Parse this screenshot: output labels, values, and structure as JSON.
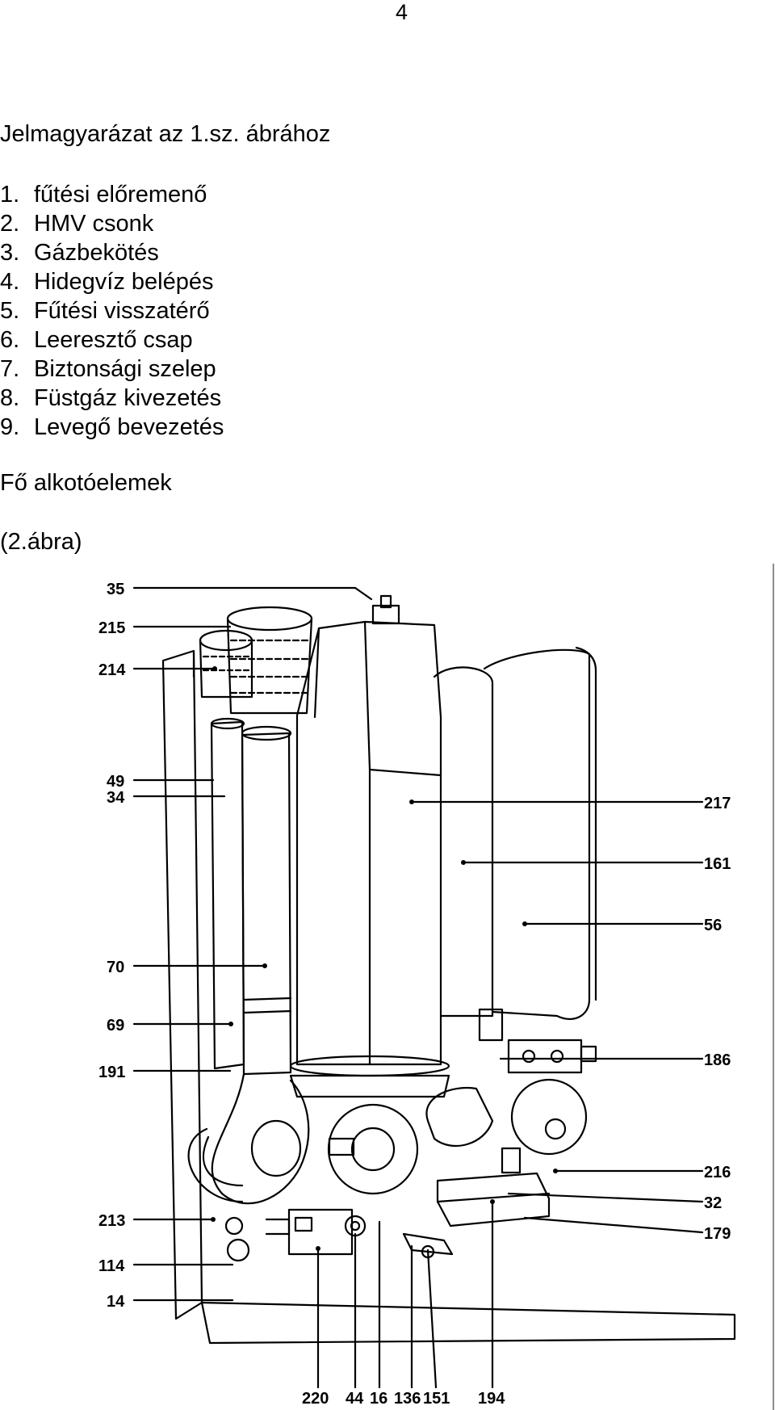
{
  "page_number": "4",
  "legend_title": "Jelmagyarázat az 1.sz. ábrához",
  "legend_items": [
    {
      "num": "1.",
      "text": "fűtési előremenő"
    },
    {
      "num": "2.",
      "text": "HMV csonk"
    },
    {
      "num": "3.",
      "text": "Gázbekötés"
    },
    {
      "num": "4.",
      "text": "Hidegvíz belépés"
    },
    {
      "num": "5.",
      "text": "Fűtési visszatérő"
    },
    {
      "num": "6.",
      "text": "Leeresztő csap"
    },
    {
      "num": "7.",
      "text": "Biztonsági szelep"
    },
    {
      "num": "8.",
      "text": "Füstgáz kivezetés"
    },
    {
      "num": "9.",
      "text": "Levegő bevezetés"
    }
  ],
  "section_title": "Fő alkotóelemek",
  "figure_caption": "(2.ábra)",
  "figure": {
    "left_callouts": [
      "35",
      "215",
      "214",
      "49",
      "34",
      "70",
      "69",
      "191",
      "213",
      "114",
      "14"
    ],
    "right_callouts": [
      "217",
      "161",
      "56",
      "186",
      "216",
      "32",
      "179"
    ],
    "bottom_callouts": [
      "220",
      "44",
      "16",
      "136",
      "151",
      "194"
    ]
  }
}
